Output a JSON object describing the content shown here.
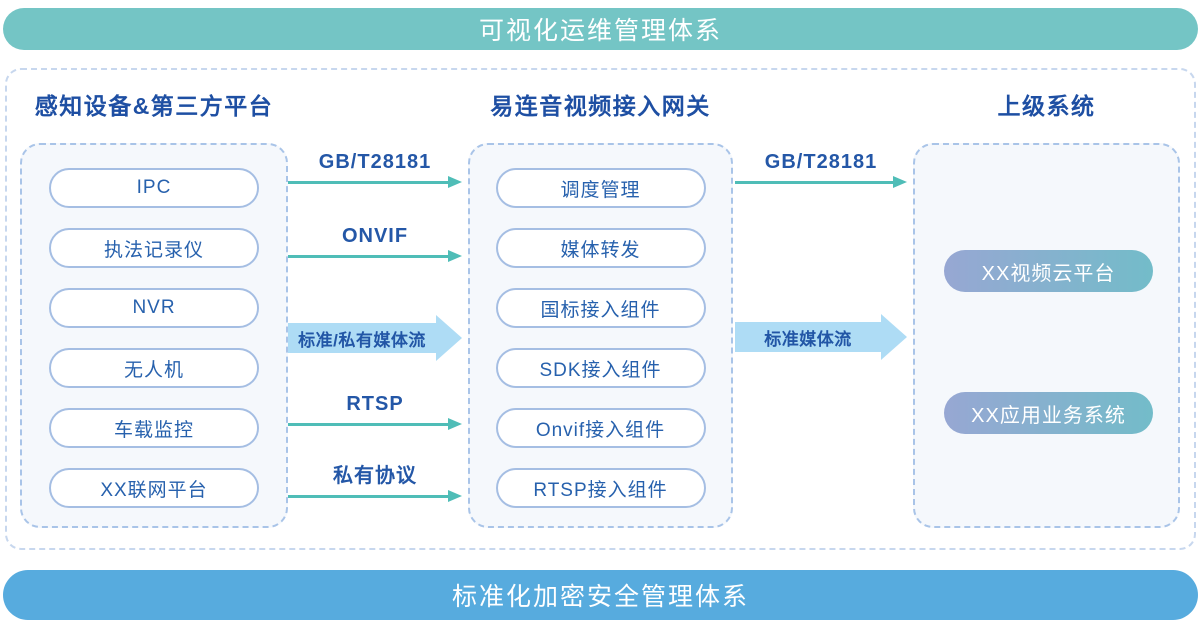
{
  "banners": {
    "top": "可视化运维管理体系",
    "bottom": "标准化加密安全管理体系"
  },
  "columns": [
    {
      "title": "感知设备&第三方平台",
      "items": [
        "IPC",
        "执法记录仪",
        "NVR",
        "无人机",
        "车载监控",
        "XX联网平台"
      ]
    },
    {
      "title": "易连音视频接入网关",
      "items": [
        "调度管理",
        "媒体转发",
        "国标接入组件",
        "SDK接入组件",
        "Onvif接入组件",
        "RTSP接入组件"
      ]
    },
    {
      "title": "上级系统",
      "items": [
        "XX视频云平台",
        "XX应用业务系统"
      ]
    }
  ],
  "arrows": {
    "left_to_middle": [
      {
        "label": "GB/T28181",
        "type": "line"
      },
      {
        "label": "ONVIF",
        "type": "line"
      },
      {
        "label": "标准/私有媒体流",
        "type": "thick"
      },
      {
        "label": "RTSP",
        "type": "line"
      },
      {
        "label": "私有协议",
        "type": "line"
      }
    ],
    "middle_to_right": [
      {
        "label": "GB/T28181",
        "type": "line"
      },
      {
        "label": "标准媒体流",
        "type": "thick"
      }
    ]
  },
  "colors": {
    "top_banner": "#74C5C5",
    "bottom_banner": "#57ABDE",
    "arrow_teal": "#4FBDB7",
    "thick_arrow_fill": "#AEDCF5",
    "title_blue": "#1E4FA3",
    "pill_text_blue": "#2761AD",
    "pill_border": "#A5BEE3",
    "dashed_border": "#A9C4E8",
    "group_box_bg": "#F5F8FC",
    "gradient_pill_start": "#97A7D3",
    "gradient_pill_end": "#73BCC9"
  }
}
